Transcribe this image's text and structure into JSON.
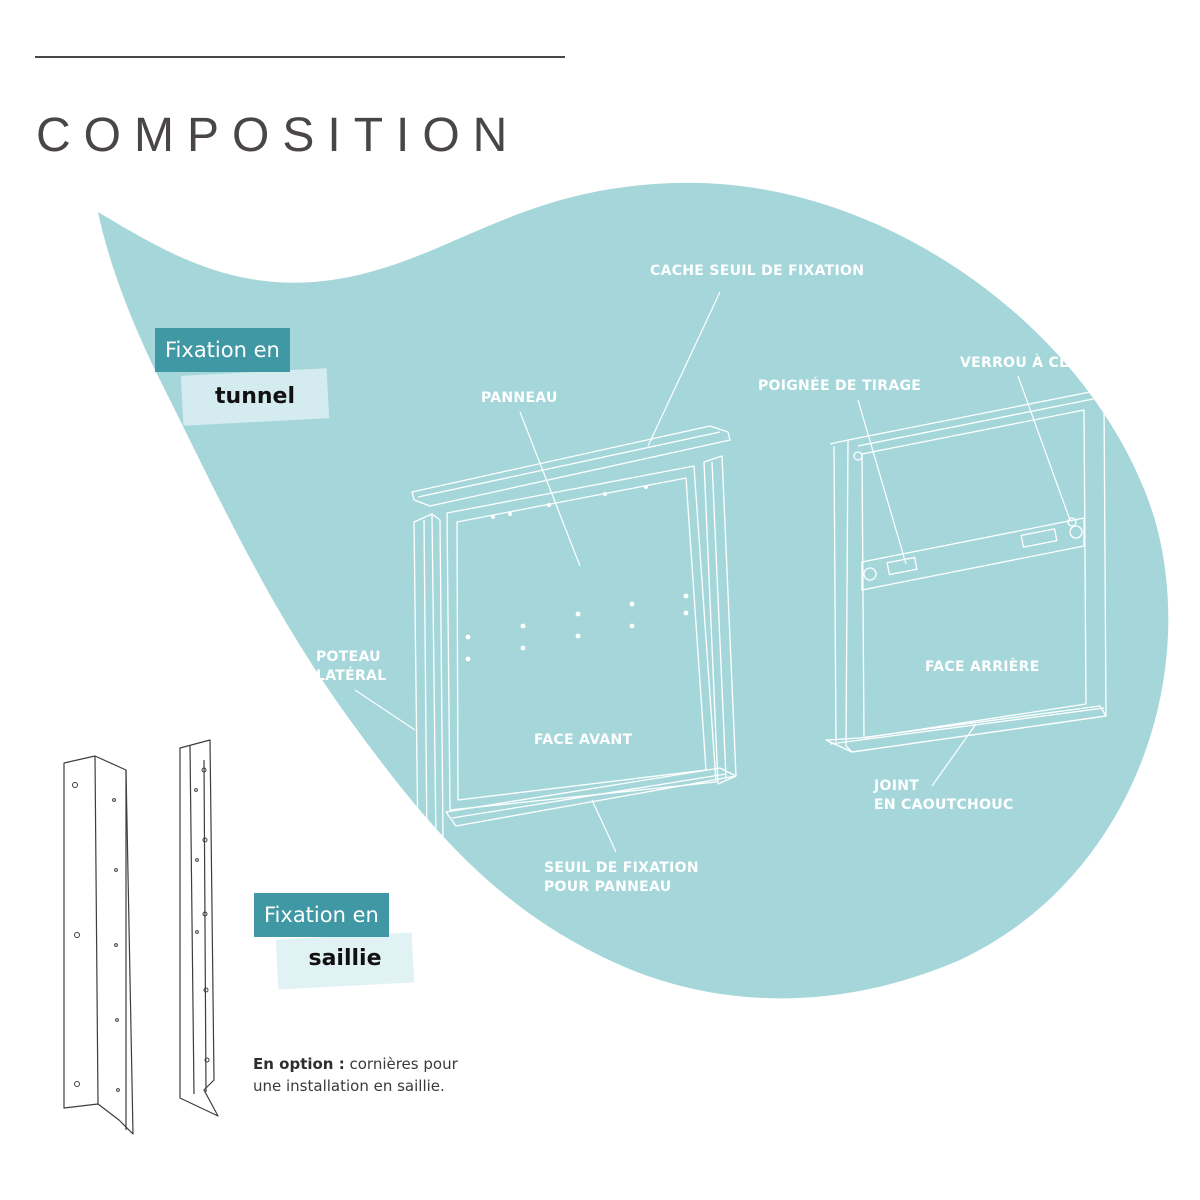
{
  "title": "COMPOSITION",
  "colors": {
    "blob": "#a5d7da",
    "badge_dark": "#3f98a4",
    "badge_light": "#d4ecef",
    "title": "#4b4646"
  },
  "labels": {
    "cache_seuil": "CACHE SEUIL DE FIXATION",
    "panneau": "PANNEAU",
    "poignee": "POIGNÉE DE TIRAGE",
    "verrou": "VERROU À CLÉ",
    "poteau_1": "POTEAU",
    "poteau_2": "LATÉRAL",
    "face_avant": "FACE AVANT",
    "face_arriere": "FACE ARRIÈRE",
    "joint_1": "JOINT",
    "joint_2": "EN CAOUTCHOUC",
    "seuil_1": "SEUIL DE FIXATION",
    "seuil_2": "POUR PANNEAU"
  },
  "tunnel": {
    "line1": "Fixation en",
    "line2": "tunnel"
  },
  "saillie": {
    "line1": "Fixation en",
    "line2": "saillie"
  },
  "option": {
    "bold": "En option :",
    "text1": " cornières pour",
    "text2": "une installation en saillie."
  }
}
